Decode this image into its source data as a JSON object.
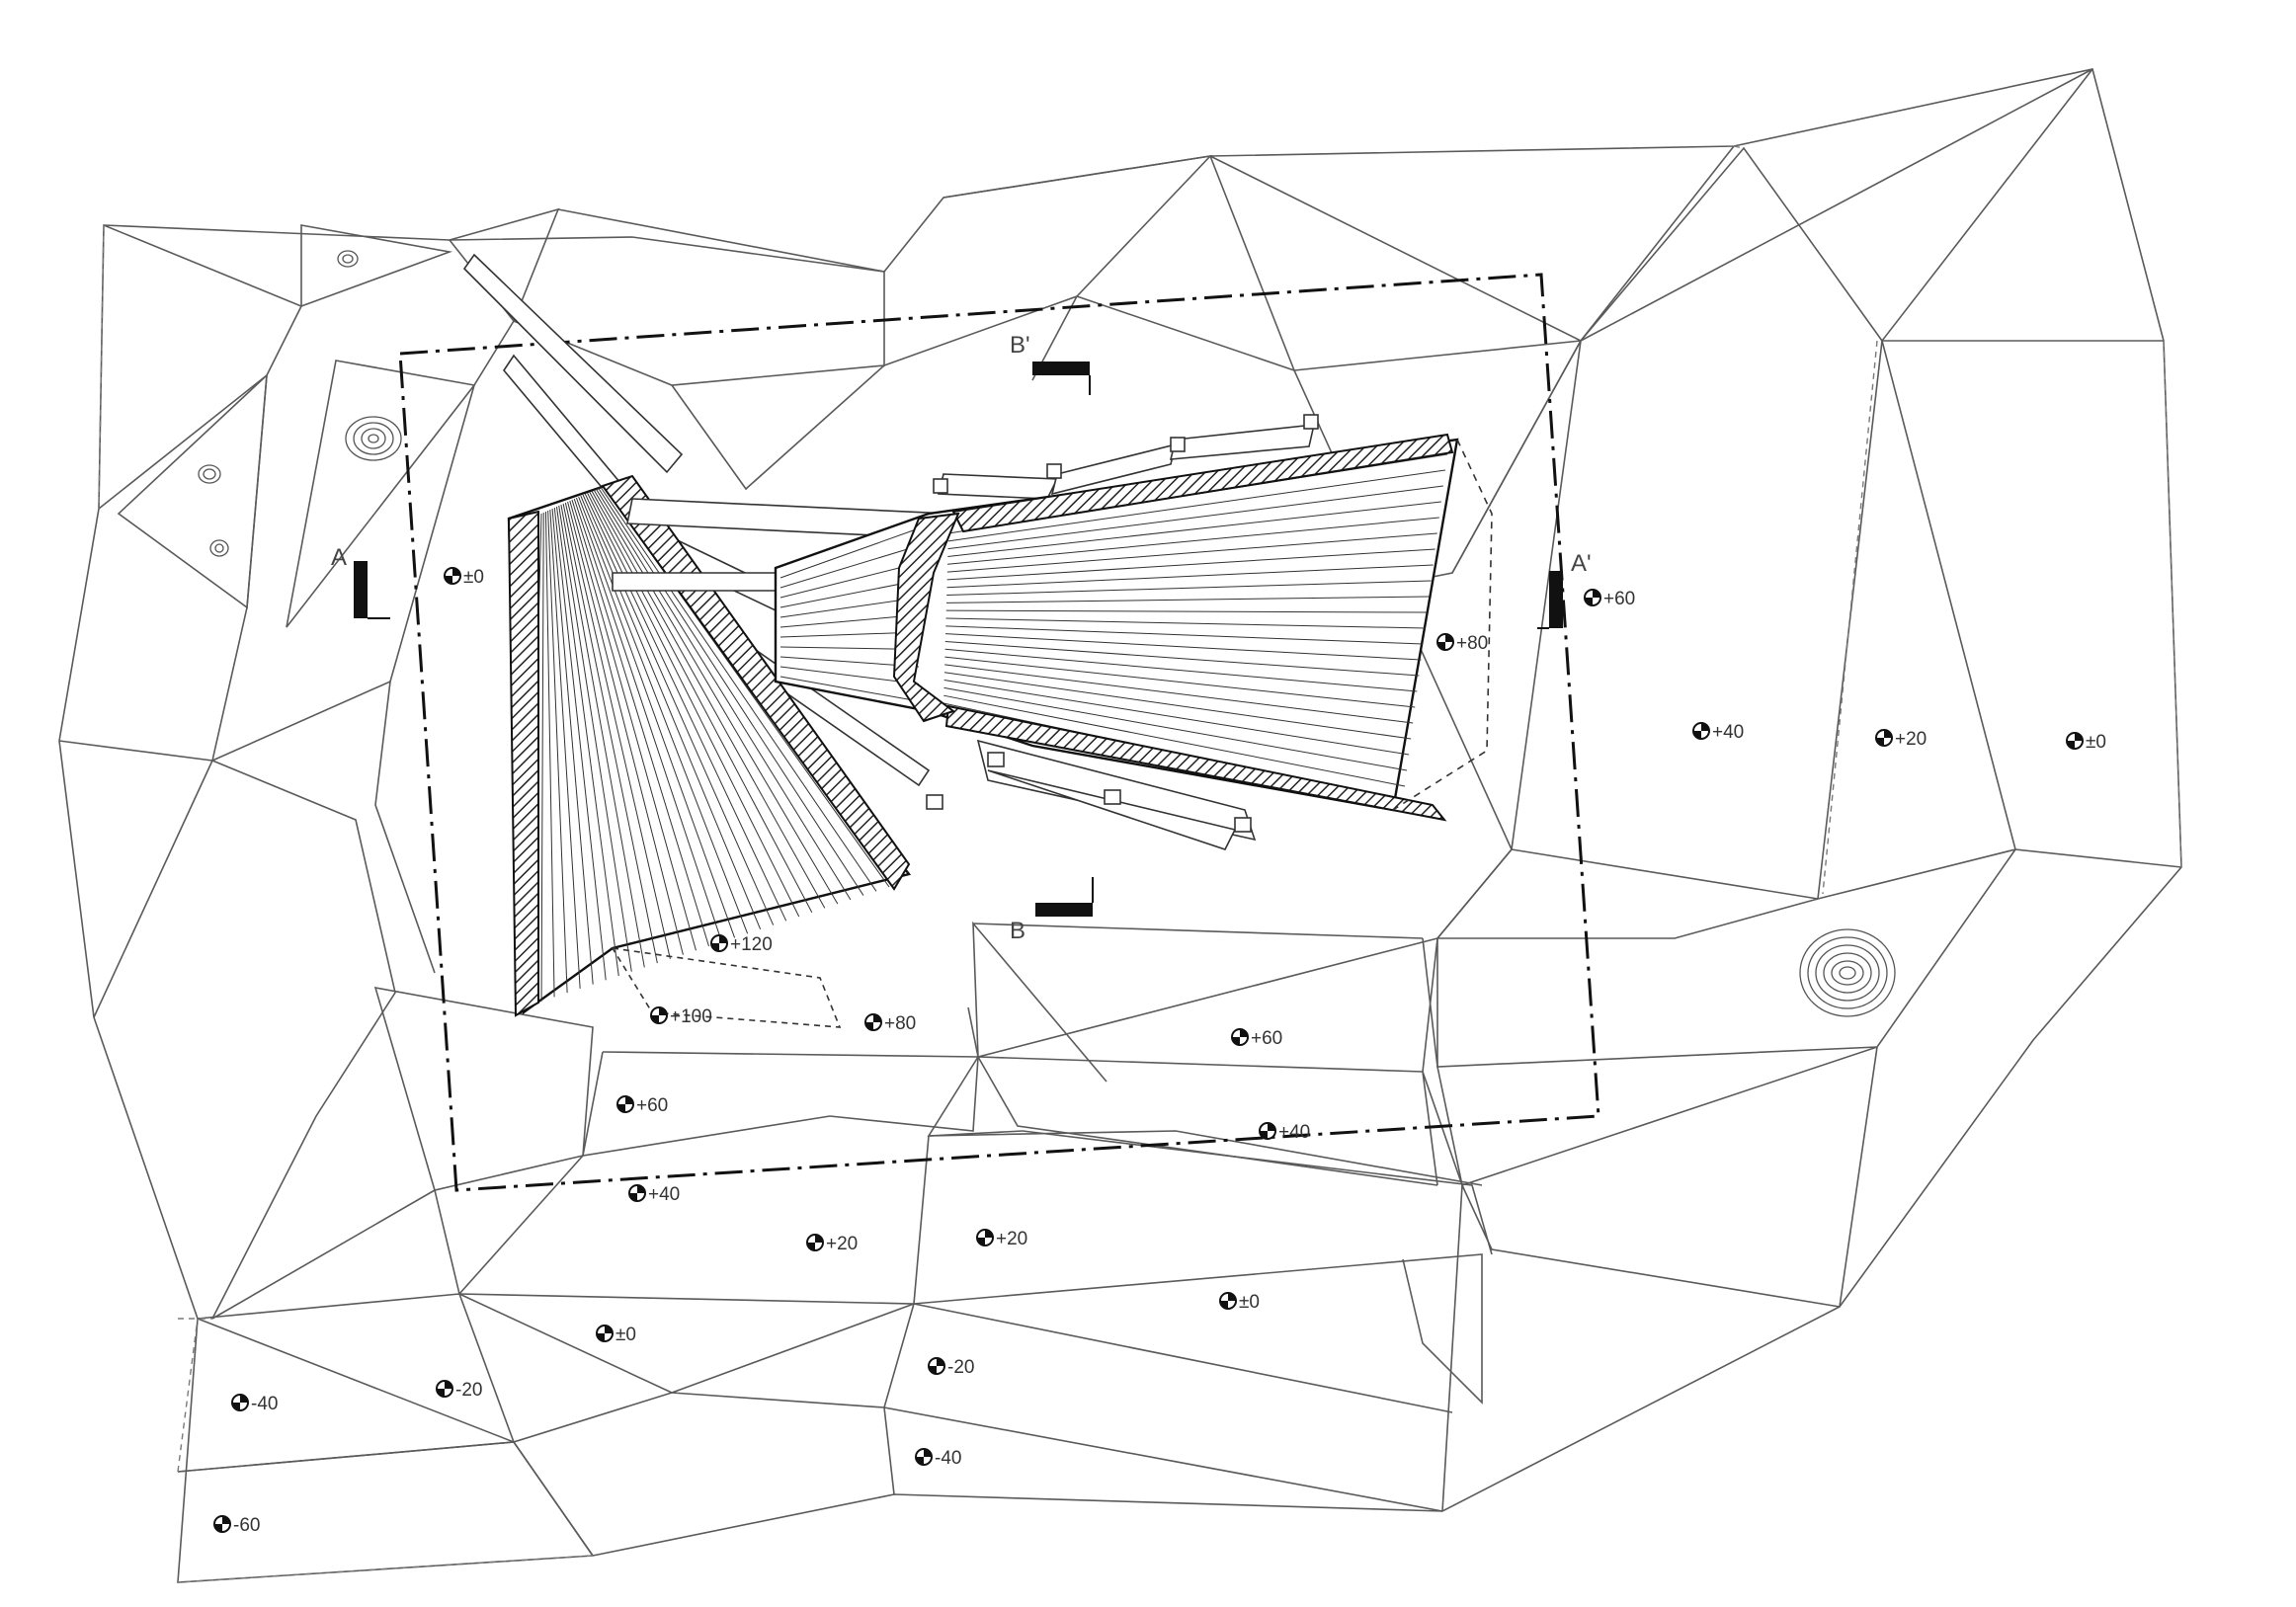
{
  "section_markers": [
    {
      "id": "A",
      "label": "A"
    },
    {
      "id": "A_prime",
      "label": "A'"
    },
    {
      "id": "B",
      "label": "B"
    },
    {
      "id": "B_prime",
      "label": "B'"
    }
  ],
  "spot_elevations": [
    {
      "label": "±0"
    },
    {
      "label": "+60"
    },
    {
      "label": "+80"
    },
    {
      "label": "+40"
    },
    {
      "label": "+20"
    },
    {
      "label": "±0"
    },
    {
      "label": "+120"
    },
    {
      "label": "+100"
    },
    {
      "label": "+80"
    },
    {
      "label": "+60"
    },
    {
      "label": "+60"
    },
    {
      "label": "+40"
    },
    {
      "label": "+40"
    },
    {
      "label": "+20"
    },
    {
      "label": "+20"
    },
    {
      "label": "±0"
    },
    {
      "label": "±0"
    },
    {
      "label": "-20"
    },
    {
      "label": "-20"
    },
    {
      "label": "-40"
    },
    {
      "label": "-40"
    },
    {
      "label": "-60"
    }
  ]
}
